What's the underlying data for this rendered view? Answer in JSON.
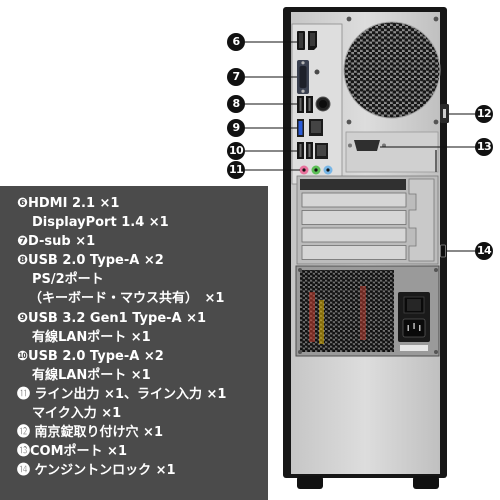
{
  "callouts": {
    "left": [
      {
        "num": "6"
      },
      {
        "num": "7"
      },
      {
        "num": "8"
      },
      {
        "num": "9"
      },
      {
        "num": "10"
      },
      {
        "num": "11"
      }
    ],
    "right": [
      {
        "num": "12"
      },
      {
        "num": "13"
      },
      {
        "num": "14"
      }
    ]
  },
  "legend": {
    "items": [
      {
        "lines": [
          "❻HDMI 2.1 ×1",
          "DisplayPort 1.4 ×1"
        ]
      },
      {
        "lines": [
          "❼D-sub ×1"
        ]
      },
      {
        "lines": [
          "❽USB 2.0 Type-A ×2",
          "PS/2ポート",
          "（キーボード・マウス共有）　×1"
        ]
      },
      {
        "lines": [
          "❾USB 3.2 Gen1 Type-A ×1",
          "有線LANポート ×1"
        ]
      },
      {
        "lines": [
          "❿USB 2.0 Type-A ×2",
          "有線LANポート ×1"
        ]
      },
      {
        "lines": [
          "⓫ ライン出力 ×1、ライン入力 ×1",
          "マイク入力 ×1"
        ]
      },
      {
        "lines": [
          "⓬ 南京錠取り付け穴 ×1"
        ]
      },
      {
        "lines": [
          "⓭COMポート ×1"
        ]
      },
      {
        "lines": [
          "⓮ ケンジントンロック ×1"
        ]
      }
    ]
  },
  "colors": {
    "legend_background": "#4b4b4b",
    "legend_text": "#ffffff",
    "callout_circle": "#111111",
    "usb3_port": "#2a5bd7",
    "audio_jacks": [
      "#e8729c",
      "#5cbf56",
      "#78b6e6"
    ],
    "psu_wires": [
      "#c43a2c",
      "#e0b400"
    ]
  }
}
